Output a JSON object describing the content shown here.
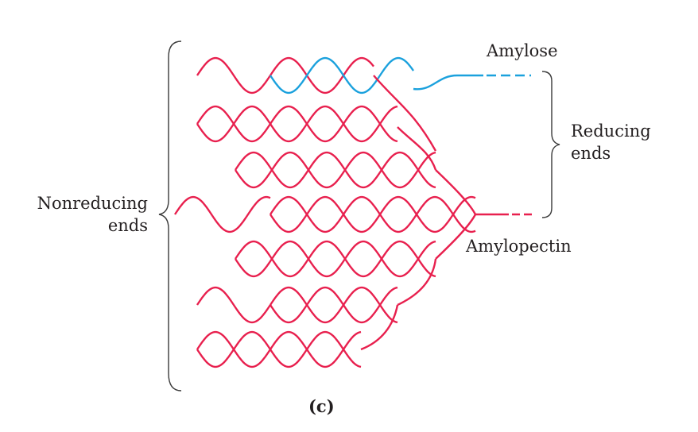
{
  "labels": {
    "amylose": "Amylose",
    "reducing_line1": "Reducing",
    "reducing_line2": "ends",
    "nonreducing_line1": "Nonreducing",
    "nonreducing_line2": "ends",
    "amylopectin": "Amylopectin",
    "panel": "(c)"
  },
  "colors": {
    "amylose": "#1ba1dd",
    "amylopectin": "#e8204e",
    "brace": "#3a3a3a",
    "text": "#231f20"
  }
}
